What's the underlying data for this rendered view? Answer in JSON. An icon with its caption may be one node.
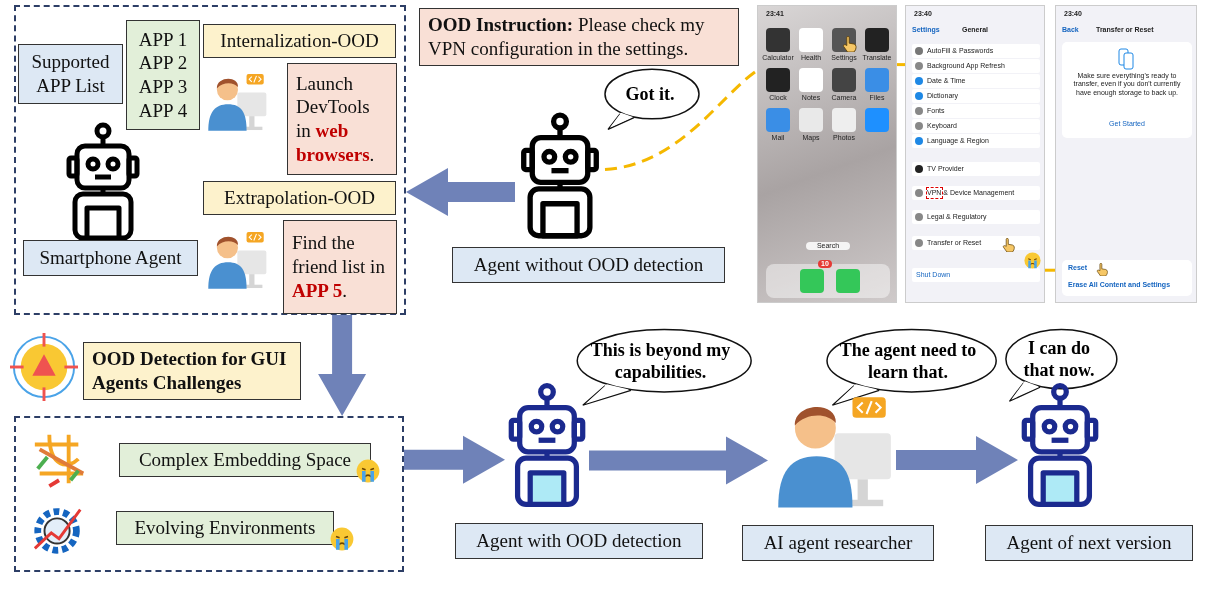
{
  "diagram": {
    "nodes": [
      {
        "text": [],
        "shape": "box"
      },
      {
        "text": [
          "Supported APP List"
        ],
        "in": 0
      },
      {
        "text": [
          "APP 1 APP 2 APP 3 APP 4"
        ],
        "in": 0
      },
      {
        "text": [
          "Internalization-OOD"
        ],
        "in": 0
      },
      {
        "text": [],
        "shape": "picture",
        "in": 0
      },
      {
        "text": [
          "Launch DevTools in **web browsers**."
        ],
        "in": 0
      },
      {
        "text": [],
        "shape": "picture",
        "in": 0
      },
      {
        "text": [
          "Extrapolation-OOD"
        ],
        "in": 0
      },
      {
        "text": [
          "Smartphone Agent"
        ],
        "in": 0
      },
      {
        "text": [],
        "shape": "picture",
        "in": 0
      },
      {
        "text": [
          "Find the friend list in **APP 5**."
        ],
        "in": 0
      },
      {
        "text": [
          "**OOD Instruction:** Please check my VPN configuration in the settings."
        ]
      },
      {
        "text": [
          "Got it."
        ]
      },
      {
        "text": [],
        "shape": "picture"
      },
      {
        "text": [
          "Agent without OOD detection"
        ]
      },
      {
        "text": [
          "23:41",
          "Calculator",
          "Health",
          "Settings",
          "Translate",
          "Clock",
          "Notes",
          "Camera",
          "Files",
          "Mail",
          "Maps",
          "Photos",
          "Search",
          "10"
        ]
      },
      {
        "text": [
          "23:40",
          "Settings",
          "General",
          "AutoFill & Passwords",
          "Background App Refresh",
          "Date & Time",
          "Dictionary",
          "Fonts",
          "Keyboard",
          "Language & Region",
          "TV Provider",
          "VPN & Device Management",
          "Legal & Regulatory",
          "Transfer or Reset",
          "Shut Down"
        ]
      },
      {
        "text": [
          "23:40",
          "Back",
          "Transfer or Reset",
          "Make sure everything's ready to transfer, even if you don't currently have enough storage to back up.",
          "Get Started",
          "Reset",
          "Erase All Content and Settings"
        ]
      },
      {
        "text": [
          "OOD Detection for GUI Agents Challenges"
        ]
      },
      {
        "text": [],
        "shape": "box"
      },
      {
        "text": [
          "Complex Embedding Space"
        ],
        "in": 19
      },
      {
        "text": [
          "Evolving Environments"
        ],
        "in": 19
      },
      {
        "text": [
          "This is beyond my capabilities."
        ]
      },
      {
        "text": [],
        "shape": "picture"
      },
      {
        "text": [
          "Agent with OOD detection"
        ]
      },
      {
        "text": [
          "The agent need to learn that."
        ]
      },
      {
        "text": [],
        "shape": "picture"
      },
      {
        "text": [
          "AI agent researcher"
        ]
      },
      {
        "text": [
          "I can do that now."
        ]
      },
      {
        "text": [],
        "shape": "picture"
      },
      {
        "text": [
          "Agent of next version"
        ]
      }
    ],
    "edges": [
      {
        "from": 13,
        "to": 0,
        "arrow": "to",
        "style": "thick"
      },
      {
        "from": 0,
        "to": 19,
        "arrow": "to",
        "style": "thick"
      },
      {
        "from": 19,
        "to": 23,
        "arrow": "to",
        "style": "thick"
      },
      {
        "from": 23,
        "to": 26,
        "arrow": "to",
        "style": "thick"
      },
      {
        "from": 26,
        "to": 29,
        "arrow": "to",
        "style": "thick"
      },
      {
        "from": 13,
        "to": 15,
        "arrow": "none",
        "style": "dashed",
        "color": "#f5b800"
      },
      {
        "from": 15,
        "to": 16,
        "arrow": "none",
        "style": "dashed",
        "color": "#f5b800"
      },
      {
        "from": 16,
        "to": 17,
        "arrow": "none",
        "style": "dashed",
        "color": "#f5b800"
      }
    ]
  }
}
